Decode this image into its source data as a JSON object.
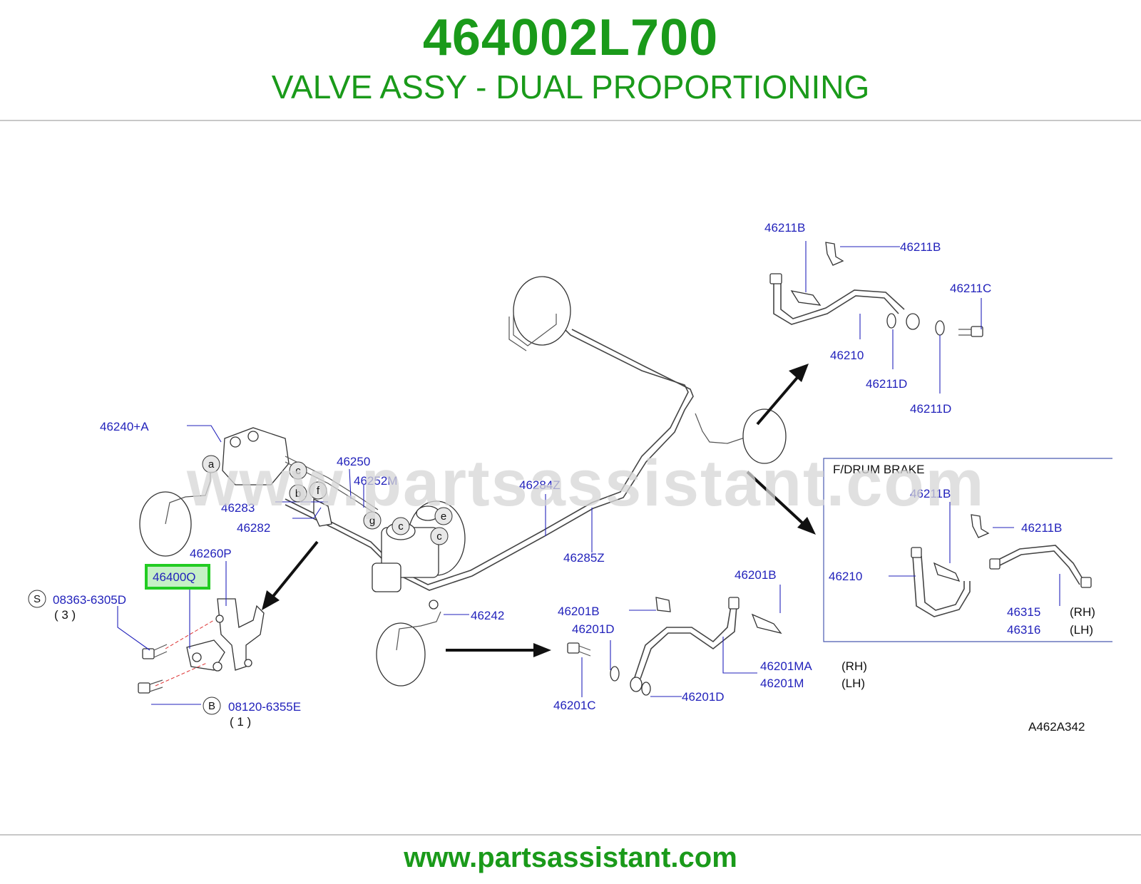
{
  "header": {
    "part_number": "464002L700",
    "part_title": "VALVE ASSY - DUAL PROPORTIONING"
  },
  "watermark": "www.partsassistant.com",
  "footer": {
    "url": "www.partsassistant.com"
  },
  "colors": {
    "brand_green": "#1a9a1a",
    "callout_blue": "#2222bb",
    "highlight_green": "#22cc22",
    "rule_gray": "#c8c8c8"
  },
  "diagram": {
    "code": "A462A342",
    "fdrum_title": "F/DRUM   BRAKE",
    "highlighted_part": "46400Q",
    "callouts": {
      "c46211B_a": "46211B",
      "c46211B_b": "46211B",
      "c46211C": "46211C",
      "c46210_top": "46210",
      "c46211D_a": "46211D",
      "c46211D_b": "46211D",
      "c46240A": "46240+A",
      "c46250": "46250",
      "c46252M": "46252M",
      "c46283": "46283",
      "c46282": "46282",
      "c46284Z": "46284Z",
      "c46285Z": "46285Z",
      "c46260P": "46260P",
      "c08363": "08363-6305D",
      "c08363_qty": "( 3 )",
      "c08120": "08120-6355E",
      "c08120_qty": "( 1 )",
      "c46242": "46242",
      "c46201B_a": "46201B",
      "c46201B_b": "46201B",
      "c46201D_a": "46201D",
      "c46201D_b": "46201D",
      "c46201C": "46201C",
      "c46201MA": "46201MA",
      "c46201M": "46201M",
      "rh_a": "(RH)",
      "lh_a": "(LH)",
      "c46211B_c": "46211B",
      "c46211B_d": "46211B",
      "c46210_box": "46210",
      "c46315": "46315",
      "c46316": "46316",
      "rh_b": "(RH)",
      "lh_b": "(LH)"
    },
    "circle_letters": {
      "a": "a",
      "b": "b",
      "c1": "c",
      "c2": "c",
      "c3": "c",
      "e": "e",
      "f": "f",
      "g": "g",
      "S": "S",
      "B": "B"
    }
  }
}
